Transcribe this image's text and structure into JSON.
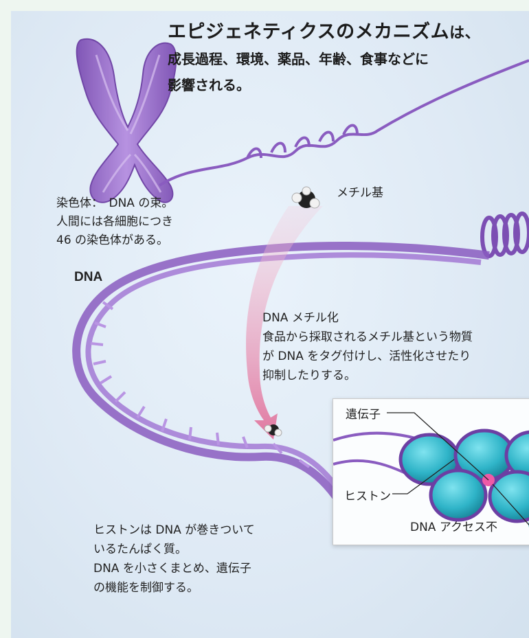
{
  "headline": {
    "main": "エピジェネティクスのメカニズム",
    "suffix": "は、"
  },
  "subtitle_line1": "成長過程、環境、薬品、年齢、食事などに",
  "subtitle_line2": "影響される。",
  "chromosome_note": [
    "染色体：　DNA の束。",
    "人間には各細胞につき",
    "46 の染色体がある。"
  ],
  "methyl_group_label": "メチル基",
  "dna_label": "DNA",
  "methylation_note": [
    "DNA メチル化",
    "食品から採取されるメチル基という物質",
    "が DNA をタグ付けし、活性化させたり",
    "抑制したりする。"
  ],
  "histone_note": [
    "ヒストンは DNA が巻きついて",
    "いるたんぱく質。",
    "DNA を小さくまとめ、遺伝子",
    "の機能を制御する。"
  ],
  "inset": {
    "gene_label": "遺伝子",
    "histone_label": "ヒストン",
    "access_label": "DNA アクセス不"
  },
  "colors": {
    "dna_purple": "#8a5cc0",
    "histone_teal": "#2fb4c8",
    "arrow_pink": "#e0709a",
    "background": "#dfeaf5"
  }
}
